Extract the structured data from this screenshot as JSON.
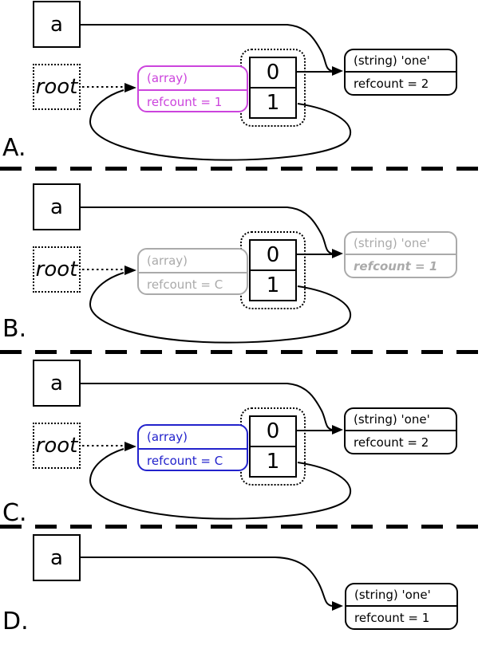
{
  "colors": {
    "panel_a_array_highlight": "#cc44dd",
    "panel_b_grayed": "#aaaaaa",
    "panel_c_array_highlight": "#2222cc",
    "ink": "#000000"
  },
  "panels": [
    {
      "label": "A.",
      "var_box": "a",
      "root_box": "root",
      "array_node": {
        "type": "(array)",
        "refcount": "refcount = 1"
      },
      "cells": [
        "0",
        "1"
      ],
      "string_node": {
        "type": "(string) 'one'",
        "refcount": "refcount = 2"
      }
    },
    {
      "label": "B.",
      "var_box": "a",
      "root_box": "root",
      "array_node": {
        "type": "(array)",
        "refcount": "refcount = C"
      },
      "cells": [
        "0",
        "1"
      ],
      "string_node": {
        "type": "(string) 'one'",
        "refcount": "refcount = 1"
      }
    },
    {
      "label": "C.",
      "var_box": "a",
      "root_box": "root",
      "array_node": {
        "type": "(array)",
        "refcount": "refcount = C"
      },
      "cells": [
        "0",
        "1"
      ],
      "string_node": {
        "type": "(string) 'one'",
        "refcount": "refcount = 2"
      }
    },
    {
      "label": "D.",
      "var_box": "a",
      "string_node": {
        "type": "(string) 'one'",
        "refcount": "refcount = 1"
      }
    }
  ]
}
